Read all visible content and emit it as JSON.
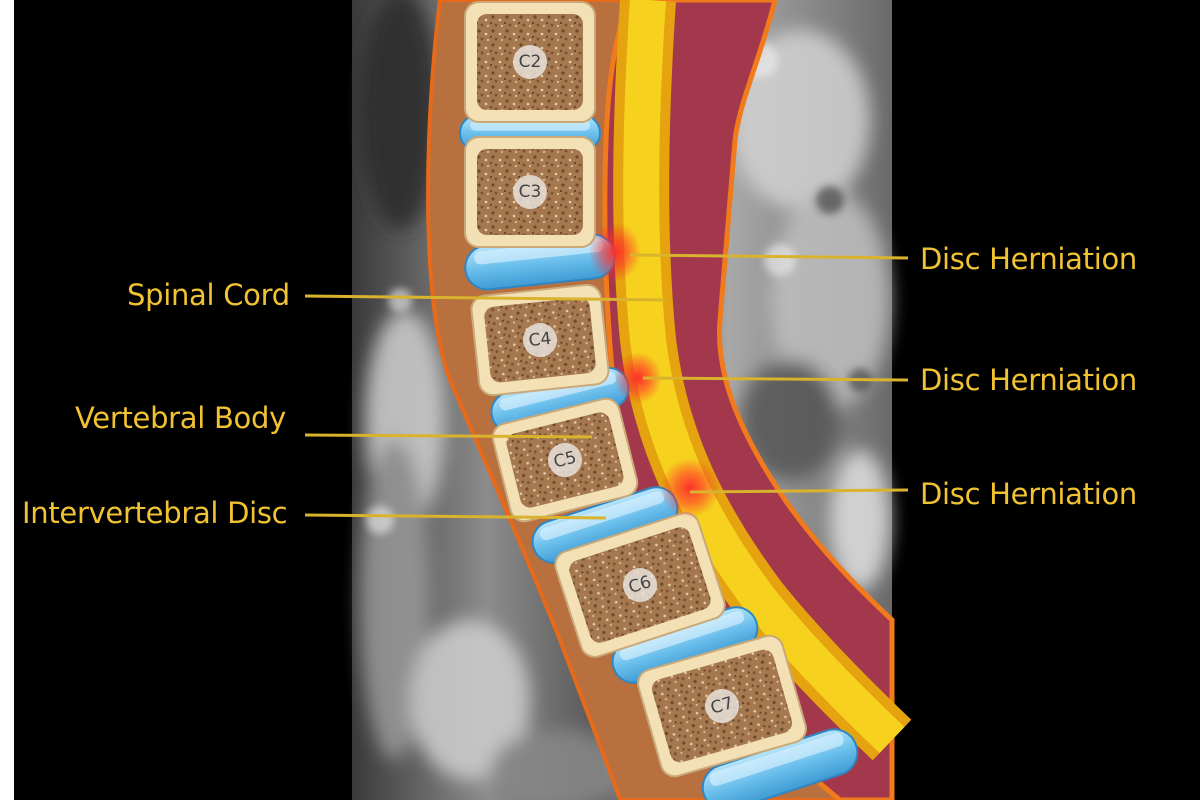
{
  "labels": {
    "spinal_cord": "Spinal Cord",
    "vertebral_body": "Vertebral Body",
    "intervertebral_disc": "Intervertebral Disc",
    "disc_herniation_1": "Disc Herniation",
    "disc_herniation_2": "Disc Herniation",
    "disc_herniation_3": "Disc Herniation"
  },
  "vertebrae": [
    "C2",
    "C3",
    "C4",
    "C5",
    "C6",
    "C7"
  ],
  "colors": {
    "background": "#000000",
    "label_text": "#f1c232",
    "leader_line": "#d9b22e",
    "spinal_cord": "#f2c21a",
    "dura": "#a3384c",
    "disc": "#7dc8ee",
    "vertebral_cortex": "#f3e0b5",
    "cancellous_bone": "#a97c52",
    "herniation_glow": "#ff2020",
    "soft_tissue": "#b8703f"
  }
}
